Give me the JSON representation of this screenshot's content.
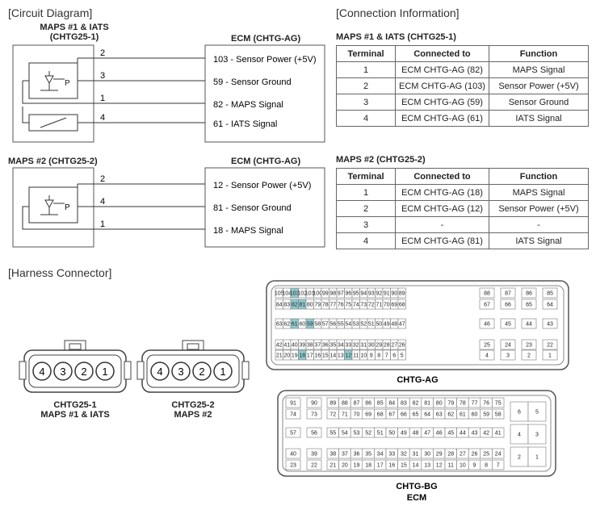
{
  "titles": {
    "circuit": "[Circuit Diagram]",
    "connection": "[Connection Information]",
    "harness": "[Harness Connector]"
  },
  "circuit1": {
    "sensor_label_line1": "MAPS #1 & IATS",
    "sensor_label_line2": "(CHTG25-1)",
    "ecm_label": "ECM (CHTG-AG)",
    "wires": [
      {
        "pin": "2",
        "label": "103 - Sensor Power (+5V)"
      },
      {
        "pin": "3",
        "label": "59 - Sensor Ground"
      },
      {
        "pin": "1",
        "label": "82 - MAPS Signal"
      },
      {
        "pin": "4",
        "label": "61 - IATS Signal"
      }
    ],
    "p_symbol": "P"
  },
  "circuit2": {
    "sensor_label": "MAPS #2 (CHTG25-2)",
    "ecm_label": "ECM (CHTG-AG)",
    "wires": [
      {
        "pin": "2",
        "label": "12 - Sensor Power (+5V)"
      },
      {
        "pin": "4",
        "label": "81 - Sensor Ground"
      },
      {
        "pin": "1",
        "label": "18 - MAPS Signal"
      }
    ],
    "p_symbol": "P"
  },
  "table1": {
    "title": "MAPS #1 & IATS (CHTG25-1)",
    "headers": [
      "Terminal",
      "Connected to",
      "Function"
    ],
    "rows": [
      [
        "1",
        "ECM CHTG-AG (82)",
        "MAPS Signal"
      ],
      [
        "2",
        "ECM CHTG-AG (103)",
        "Sensor Power (+5V)"
      ],
      [
        "3",
        "ECM CHTG-AG (59)",
        "Sensor Ground"
      ],
      [
        "4",
        "ECM CHTG-AG (61)",
        "IATS Signal"
      ]
    ]
  },
  "table2": {
    "title": "MAPS #2 (CHTG25-2)",
    "headers": [
      "Terminal",
      "Connected to",
      "Function"
    ],
    "rows": [
      [
        "1",
        "ECM CHTG-AG (18)",
        "MAPS Signal"
      ],
      [
        "2",
        "ECM CHTG-AG (12)",
        "Sensor Power (+5V)"
      ],
      [
        "3",
        "-",
        "-"
      ],
      [
        "4",
        "ECM CHTG-AG (81)",
        "IATS Signal"
      ]
    ]
  },
  "harness": {
    "conn1": {
      "pins": [
        "4",
        "3",
        "2",
        "1"
      ],
      "label_line1": "CHTG25-1",
      "label_line2": "MAPS #1 & IATS"
    },
    "conn2": {
      "pins": [
        "4",
        "3",
        "2",
        "1"
      ],
      "label_line1": "CHTG25-2",
      "label_line2": "MAPS #2"
    },
    "highlight_color": "#8ecbd0",
    "ag": {
      "label": "CHTG-AG",
      "highlighted": [
        "103",
        "82",
        "81",
        "61",
        "59",
        "18",
        "12"
      ],
      "rows": [
        {
          "main": [
            "105",
            "104",
            "103",
            "102",
            "101",
            "100",
            "99",
            "98",
            "97",
            "96",
            "95",
            "94",
            "93",
            "92",
            "91",
            "90",
            "89"
          ],
          "side": [
            "88",
            "87",
            "86",
            "85"
          ]
        },
        {
          "main": [
            "84",
            "83",
            "82",
            "81",
            "80",
            "79",
            "78",
            "77",
            "76",
            "75",
            "74",
            "73",
            "72",
            "71",
            "70",
            "69",
            "68"
          ],
          "side": [
            "67",
            "66",
            "65",
            "64"
          ]
        },
        {
          "main": [
            "63",
            "62",
            "61",
            "60",
            "59",
            "58",
            "57",
            "56",
            "55",
            "54",
            "53",
            "52",
            "51",
            "50",
            "49",
            "48",
            "47"
          ],
          "side": [
            "46",
            "45",
            "44",
            "43"
          ]
        },
        {
          "main": [
            "42",
            "41",
            "40",
            "39",
            "38",
            "37",
            "36",
            "35",
            "34",
            "33",
            "32",
            "31",
            "30",
            "29",
            "28",
            "27",
            "26"
          ],
          "side": [
            "25",
            "24",
            "23",
            "22"
          ]
        },
        {
          "main": [
            "21",
            "20",
            "19",
            "18",
            "17",
            "16",
            "15",
            "14",
            "13",
            "12",
            "11",
            "10",
            "9",
            "8",
            "7",
            "6",
            "5"
          ],
          "side": [
            "4",
            "3",
            "2",
            "1"
          ]
        }
      ]
    },
    "bg": {
      "label_line1": "CHTG-BG",
      "label_line2": "ECM",
      "rows": [
        {
          "left": [
            "91",
            "90"
          ],
          "main": [
            "89",
            "88",
            "87",
            "86",
            "85",
            "84",
            "83",
            "82",
            "81",
            "80",
            "79",
            "78",
            "77",
            "76",
            "75"
          ]
        },
        {
          "left": [
            "74",
            "73"
          ],
          "main": [
            "72",
            "71",
            "70",
            "69",
            "68",
            "67",
            "66",
            "65",
            "64",
            "63",
            "62",
            "61",
            "60",
            "59",
            "58"
          ]
        },
        {
          "left": [
            "57",
            "56"
          ],
          "main": [
            "55",
            "54",
            "53",
            "52",
            "51",
            "50",
            "49",
            "48",
            "47",
            "46",
            "45",
            "44",
            "43",
            "42",
            "41"
          ]
        },
        {
          "left": [
            "40",
            "39"
          ],
          "main": [
            "38",
            "37",
            "36",
            "35",
            "34",
            "33",
            "32",
            "31",
            "30",
            "29",
            "28",
            "27",
            "26",
            "25",
            "24"
          ]
        },
        {
          "left": [
            "23",
            "22"
          ],
          "main": [
            "21",
            "20",
            "19",
            "18",
            "17",
            "16",
            "15",
            "14",
            "13",
            "12",
            "11",
            "10",
            "9",
            "8",
            "7"
          ]
        }
      ],
      "side_pairs": [
        [
          "6",
          "5"
        ],
        [
          "4",
          "3"
        ],
        [
          "2",
          "1"
        ]
      ]
    }
  }
}
